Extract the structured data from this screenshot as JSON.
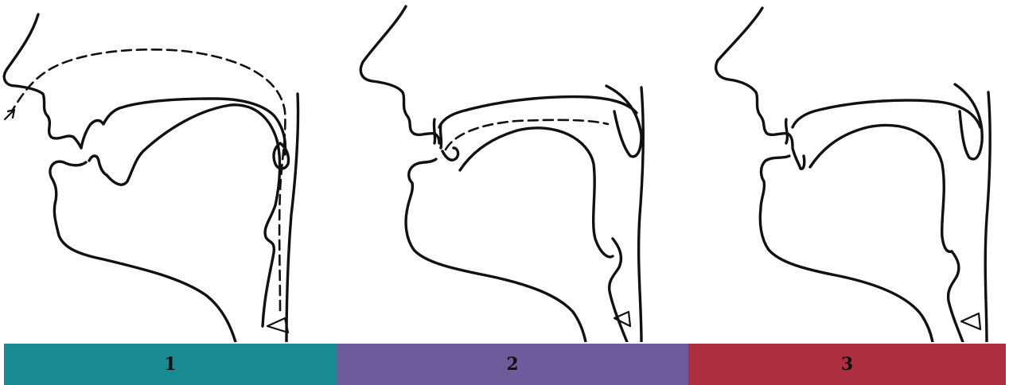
{
  "panels": [
    {
      "label": "1",
      "color": "#1a8a93"
    },
    {
      "label": "2",
      "color": "#6f5a9c"
    },
    {
      "label": "3",
      "color": "#ae2e41"
    }
  ]
}
